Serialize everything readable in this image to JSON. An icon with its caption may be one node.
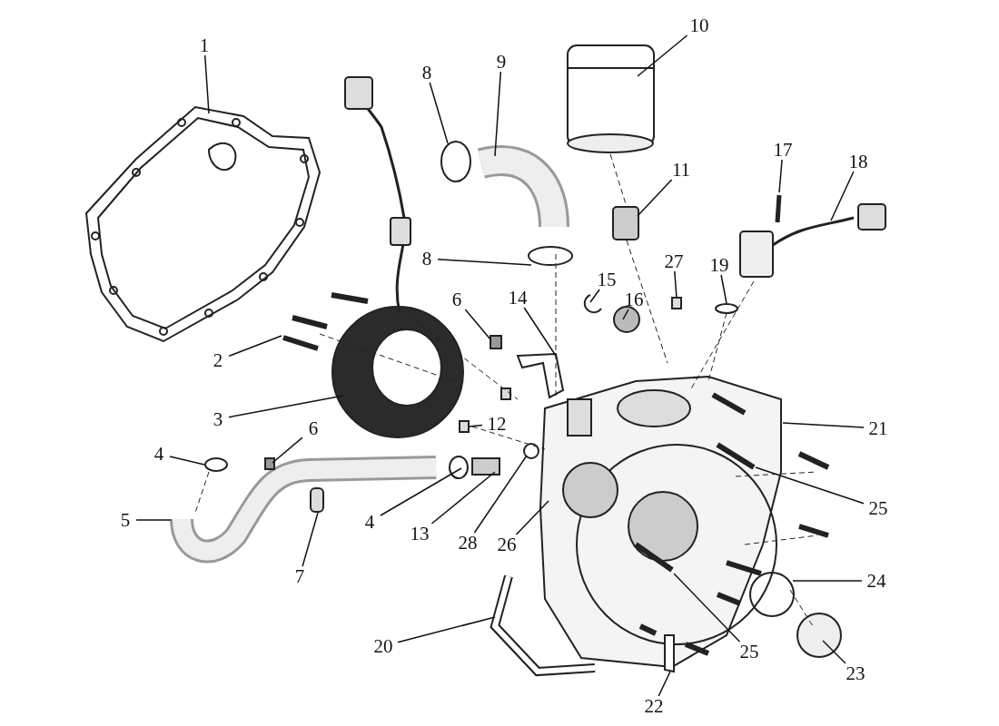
{
  "diagram": {
    "nodes": [
      {
        "text": [
          "1"
        ]
      },
      {
        "text": [
          "10"
        ]
      },
      {
        "text": [
          "9"
        ]
      },
      {
        "text": [
          "8"
        ]
      },
      {
        "text": [
          "17"
        ]
      },
      {
        "text": [
          "18"
        ]
      },
      {
        "text": [
          "11"
        ]
      },
      {
        "text": [
          "8"
        ]
      },
      {
        "text": [
          "27"
        ]
      },
      {
        "text": [
          "19"
        ]
      },
      {
        "text": [
          "15"
        ]
      },
      {
        "text": [
          "16"
        ]
      },
      {
        "text": [
          "14"
        ]
      },
      {
        "text": [
          "6"
        ]
      },
      {
        "text": [
          "2"
        ]
      },
      {
        "text": [
          "3"
        ]
      },
      {
        "text": [
          "12"
        ]
      },
      {
        "text": [
          "21"
        ]
      },
      {
        "text": [
          "6"
        ]
      },
      {
        "text": [
          "4"
        ]
      },
      {
        "text": [
          "25"
        ]
      },
      {
        "text": [
          "5"
        ]
      },
      {
        "text": [
          "4"
        ]
      },
      {
        "text": [
          "13"
        ]
      },
      {
        "text": [
          "28"
        ]
      },
      {
        "text": [
          "26"
        ]
      },
      {
        "text": [
          "7"
        ]
      },
      {
        "text": [
          "24"
        ]
      },
      {
        "text": [
          "20"
        ]
      },
      {
        "text": [
          "25"
        ]
      },
      {
        "text": [
          "23"
        ]
      },
      {
        "text": [
          "22"
        ]
      }
    ],
    "edges": [
      {
        "from": 0,
        "to": null,
        "arrow": "none"
      },
      {
        "from": 1,
        "to": null,
        "arrow": "none"
      },
      {
        "from": 2,
        "to": null,
        "arrow": "none"
      },
      {
        "from": 3,
        "to": null,
        "arrow": "none"
      },
      {
        "from": 4,
        "to": null,
        "arrow": "none"
      },
      {
        "from": 5,
        "to": null,
        "arrow": "none"
      },
      {
        "from": 6,
        "to": null,
        "arrow": "none"
      },
      {
        "from": 7,
        "to": null,
        "arrow": "none"
      },
      {
        "from": 8,
        "to": null,
        "arrow": "none"
      },
      {
        "from": 9,
        "to": null,
        "arrow": "none"
      },
      {
        "from": 10,
        "to": null,
        "arrow": "none"
      },
      {
        "from": 11,
        "to": null,
        "arrow": "none"
      },
      {
        "from": 12,
        "to": null,
        "arrow": "none"
      },
      {
        "from": 13,
        "to": null,
        "arrow": "none"
      },
      {
        "from": 14,
        "to": null,
        "arrow": "none"
      },
      {
        "from": 15,
        "to": null,
        "arrow": "none"
      },
      {
        "from": 16,
        "to": null,
        "arrow": "none"
      },
      {
        "from": 17,
        "to": null,
        "arrow": "none"
      },
      {
        "from": 18,
        "to": null,
        "arrow": "none"
      },
      {
        "from": 19,
        "to": null,
        "arrow": "none"
      },
      {
        "from": 20,
        "to": null,
        "arrow": "none"
      },
      {
        "from": 21,
        "to": null,
        "arrow": "none"
      },
      {
        "from": 22,
        "to": null,
        "arrow": "none"
      },
      {
        "from": 23,
        "to": null,
        "arrow": "none"
      },
      {
        "from": 24,
        "to": null,
        "arrow": "none"
      },
      {
        "from": 25,
        "to": null,
        "arrow": "none"
      },
      {
        "from": 26,
        "to": null,
        "arrow": "none"
      },
      {
        "from": 27,
        "to": null,
        "arrow": "none"
      },
      {
        "from": 28,
        "to": null,
        "arrow": "none"
      },
      {
        "from": 29,
        "to": null,
        "arrow": "none"
      },
      {
        "from": 30,
        "to": null,
        "arrow": "none"
      },
      {
        "from": 31,
        "to": null,
        "arrow": "none"
      }
    ]
  }
}
